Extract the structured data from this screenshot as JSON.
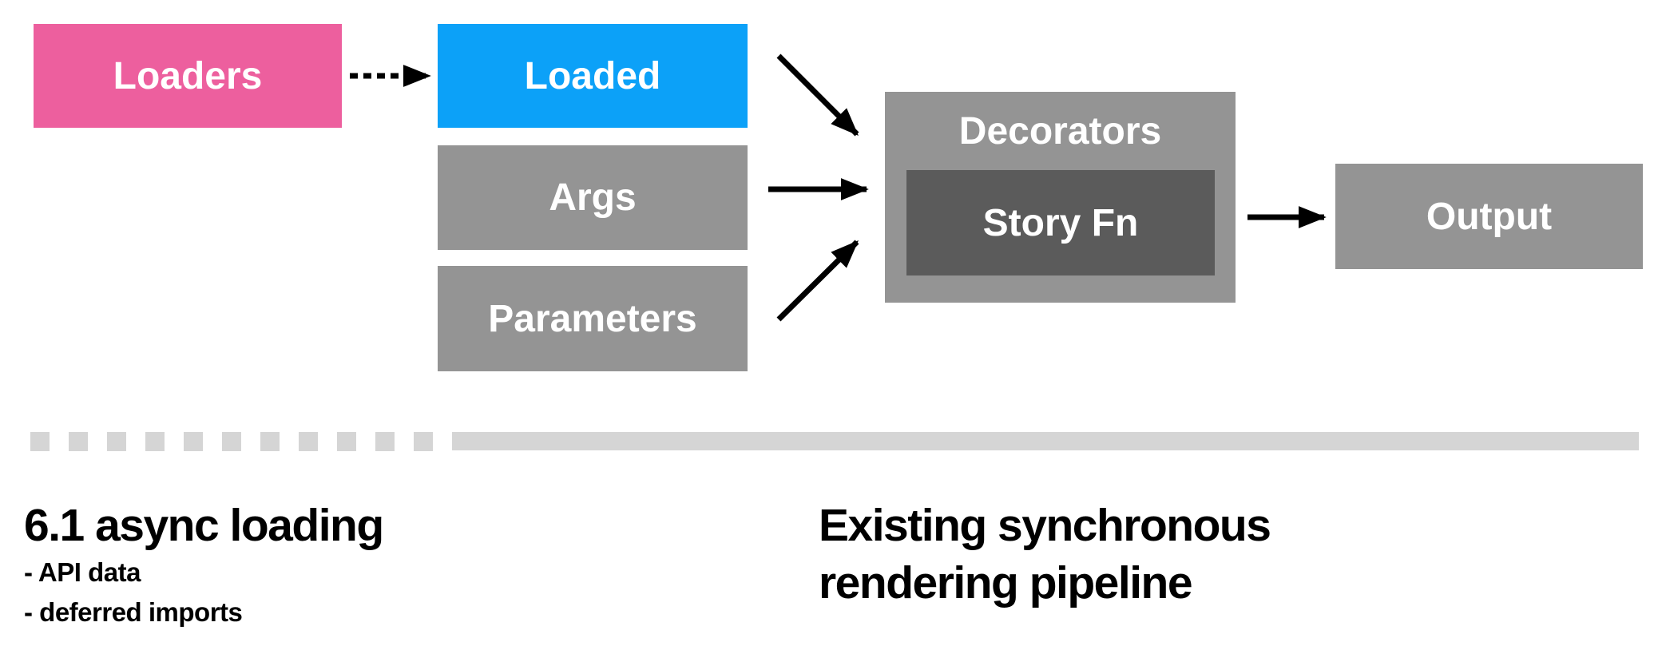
{
  "diagram": {
    "boxes": {
      "loaders": {
        "label": "Loaders",
        "color": "#ED5F9E",
        "text_color": "#FFFFFF"
      },
      "loaded": {
        "label": "Loaded",
        "color": "#0CA1F8",
        "text_color": "#FFFFFF"
      },
      "args": {
        "label": "Args",
        "color": "#949494",
        "text_color": "#FFFFFF"
      },
      "parameters": {
        "label": "Parameters",
        "color": "#949494",
        "text_color": "#FFFFFF"
      },
      "decorators": {
        "label": "Decorators",
        "color": "#949494",
        "text_color": "#FFFFFF"
      },
      "story_fn": {
        "label": "Story Fn",
        "color": "#5B5B5B",
        "text_color": "#FFFFFF"
      },
      "output": {
        "label": "Output",
        "color": "#949494",
        "text_color": "#FFFFFF"
      }
    },
    "flows": [
      {
        "from": "loaders",
        "to": "loaded",
        "style": "dashed"
      },
      {
        "from": "loaded",
        "to": "decorators",
        "style": "solid"
      },
      {
        "from": "args",
        "to": "story_fn",
        "style": "solid"
      },
      {
        "from": "parameters",
        "to": "decorators",
        "style": "solid"
      },
      {
        "from": "decorators",
        "to": "output",
        "style": "solid"
      }
    ],
    "arrow_color": "#000000"
  },
  "timeline": {
    "dashed_segment_count": 11,
    "segment_color": "#D5D5D5",
    "solid_bar_color": "#D5D5D5"
  },
  "notes": {
    "left": {
      "title": "6.1 async loading",
      "items": [
        "- API data",
        "- deferred imports"
      ]
    },
    "right": {
      "title": "Existing synchronous rendering pipeline"
    }
  }
}
